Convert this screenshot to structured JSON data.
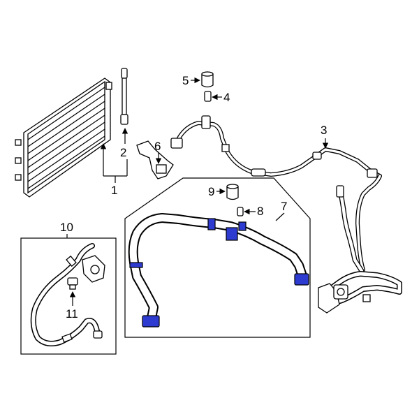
{
  "callouts": {
    "c1": "1",
    "c2": "2",
    "c3": "3",
    "c4": "4",
    "c5": "5",
    "c6": "6",
    "c7": "7",
    "c8": "8",
    "c9": "9",
    "c10": "10",
    "c11": "11"
  },
  "highlight_color": "#2d3bd0"
}
